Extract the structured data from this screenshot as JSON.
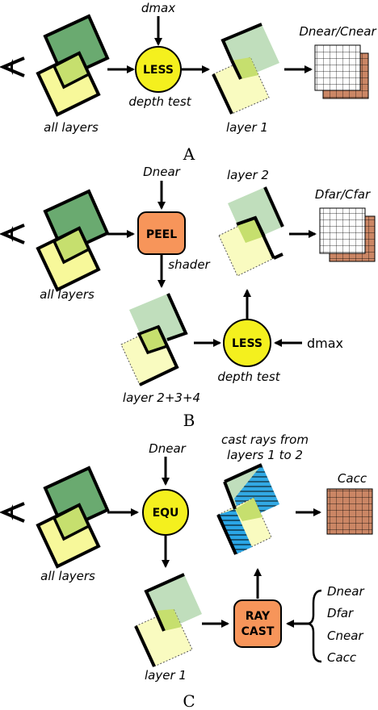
{
  "colors": {
    "dark_green": "#6aaa70",
    "light_green": "#9ccc9c",
    "faded_green": "#b5d8b0",
    "yellow_fill": "#f7f89a",
    "faded_yellow": "#f9fbc0",
    "overlap_green": "#c6df6e",
    "node_yellow": "#f4f01e",
    "node_orange": "#f7955a",
    "grid_brown": "#cb8665",
    "ray_blue": "#2aa6e6"
  },
  "sectionA": {
    "input_label": "dmax",
    "node": "LESS",
    "node_caption": "depth test",
    "left_caption": "all layers",
    "mid_caption": "layer 1",
    "output_label": "Dnear/Cnear",
    "section_letter": "A"
  },
  "sectionB": {
    "input_label": "Dnear",
    "peel_node": "PEEL",
    "shader_label": "shader",
    "left_caption": "all layers",
    "layer2_caption": "layer 2",
    "output_label": "Dfar/Cfar",
    "lower_caption": "layer 2+3+4",
    "less_node": "LESS",
    "less_caption": "depth test",
    "dmax_label": "dmax",
    "section_letter": "B"
  },
  "sectionC": {
    "input_label": "Dnear",
    "equ_node": "EQU",
    "left_caption": "all layers",
    "rays_caption_line1": "cast rays from",
    "rays_caption_line2": "layers 1 to 2",
    "output_label": "Cacc",
    "layer1_caption": "layer 1",
    "raycast_line1": "RAY",
    "raycast_line2": "CAST",
    "inputs": [
      "Dnear",
      "Dfar",
      "Cnear",
      "Cacc"
    ],
    "section_letter": "C"
  }
}
